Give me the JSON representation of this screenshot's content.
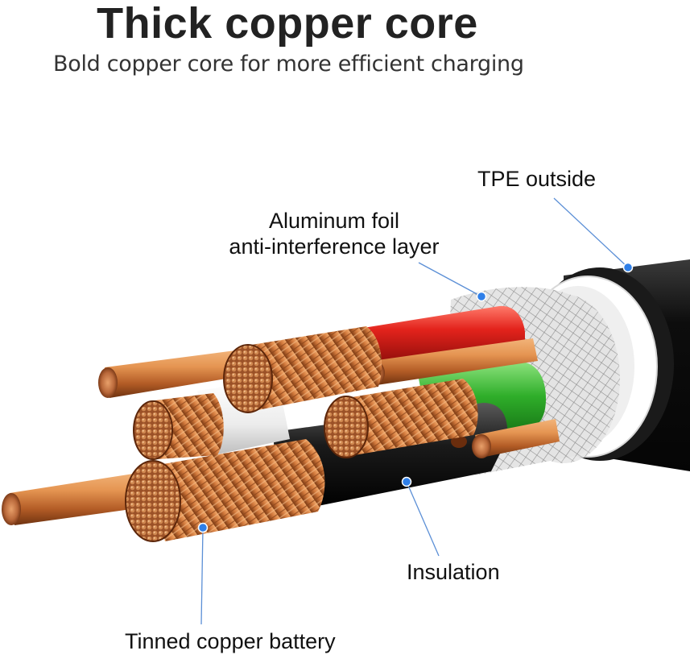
{
  "header": {
    "title": "Thick copper core",
    "subtitle": "Bold copper core for more efficient charging"
  },
  "callouts": {
    "tpe": "TPE outside",
    "foil_line1": "Aluminum foil",
    "foil_line2": "anti-interference layer",
    "insulation": "Insulation",
    "tinned": "Tinned copper battery"
  },
  "colors": {
    "copper": "#c8733a",
    "copper_dark": "#7a3a14",
    "sheath": "#111111",
    "inner_white": "#f4f4f4",
    "red_wire": "#e0201c",
    "green_wire": "#2fae2a",
    "white_wire": "#f6f6f6",
    "black_wire": "#1a1a1a",
    "leader_line": "#5b8fd6",
    "leader_dot": "#2f7fe8"
  },
  "icons": {
    "illustration": "cable-cross-section-icon"
  }
}
